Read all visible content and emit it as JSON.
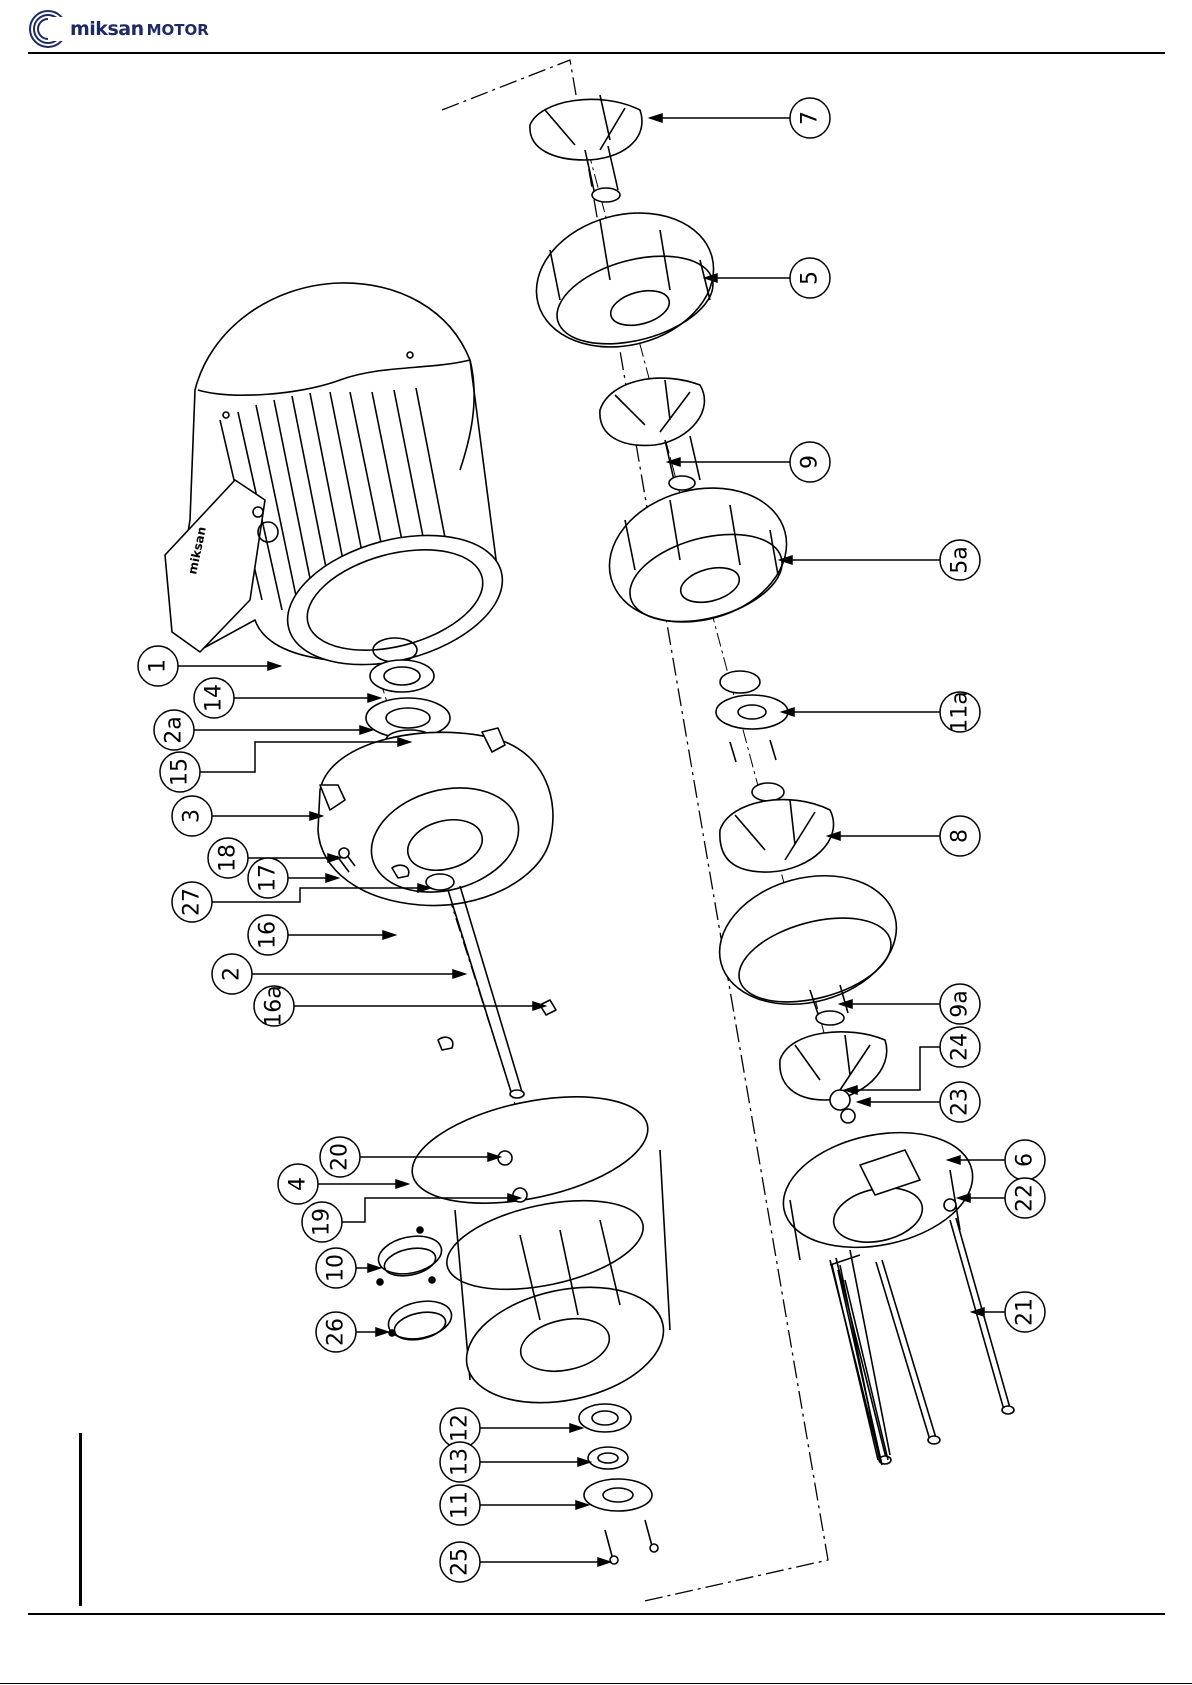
{
  "brand": {
    "logo_icon": "miksan-ring-logo",
    "name": "miksan",
    "suffix": "MOTOR",
    "color": "#1e2a63"
  },
  "callouts": [
    {
      "id": "7",
      "label": "7"
    },
    {
      "id": "5",
      "label": "5"
    },
    {
      "id": "9",
      "label": "9"
    },
    {
      "id": "5a",
      "label": "5a"
    },
    {
      "id": "11a",
      "label": "11a"
    },
    {
      "id": "8",
      "label": "8"
    },
    {
      "id": "9a",
      "label": "9a"
    },
    {
      "id": "24",
      "label": "24"
    },
    {
      "id": "23",
      "label": "23"
    },
    {
      "id": "6",
      "label": "6"
    },
    {
      "id": "22",
      "label": "22"
    },
    {
      "id": "21",
      "label": "21"
    },
    {
      "id": "1",
      "label": "1"
    },
    {
      "id": "14",
      "label": "14"
    },
    {
      "id": "2a",
      "label": "2a"
    },
    {
      "id": "15",
      "label": "15"
    },
    {
      "id": "3",
      "label": "3"
    },
    {
      "id": "18",
      "label": "18"
    },
    {
      "id": "17",
      "label": "17"
    },
    {
      "id": "27",
      "label": "27"
    },
    {
      "id": "16",
      "label": "16"
    },
    {
      "id": "2",
      "label": "2"
    },
    {
      "id": "16a",
      "label": "16a"
    },
    {
      "id": "20",
      "label": "20"
    },
    {
      "id": "4",
      "label": "4"
    },
    {
      "id": "19",
      "label": "19"
    },
    {
      "id": "10",
      "label": "10"
    },
    {
      "id": "26",
      "label": "26"
    },
    {
      "id": "12",
      "label": "12"
    },
    {
      "id": "13",
      "label": "13"
    },
    {
      "id": "11",
      "label": "11"
    },
    {
      "id": "25",
      "label": "25"
    }
  ]
}
